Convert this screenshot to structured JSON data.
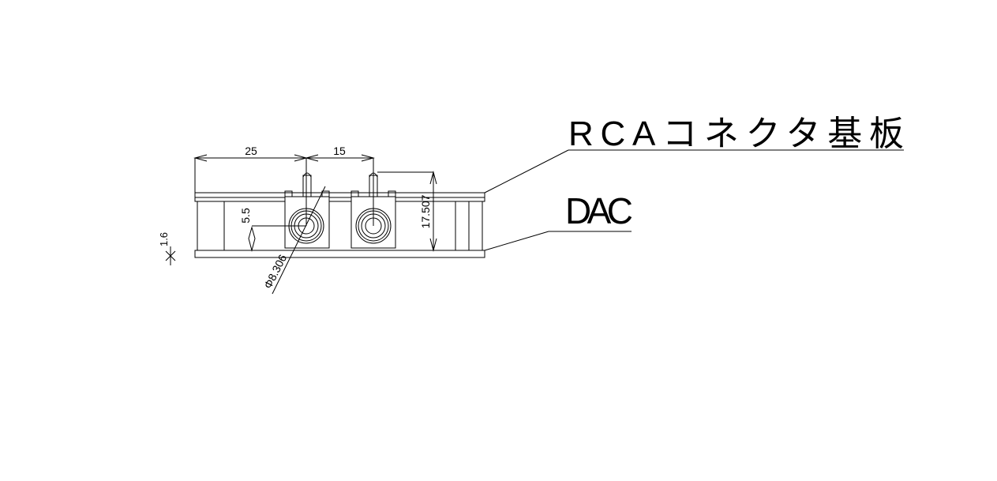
{
  "labels": {
    "top_board": "RCAコネクタ基板",
    "bottom_board": "DAC"
  },
  "dimensions": {
    "d1": "25",
    "d2": "15",
    "height": "17.507",
    "offset": "5.5",
    "thickness": "1.6",
    "diameter": "Φ8.306"
  }
}
